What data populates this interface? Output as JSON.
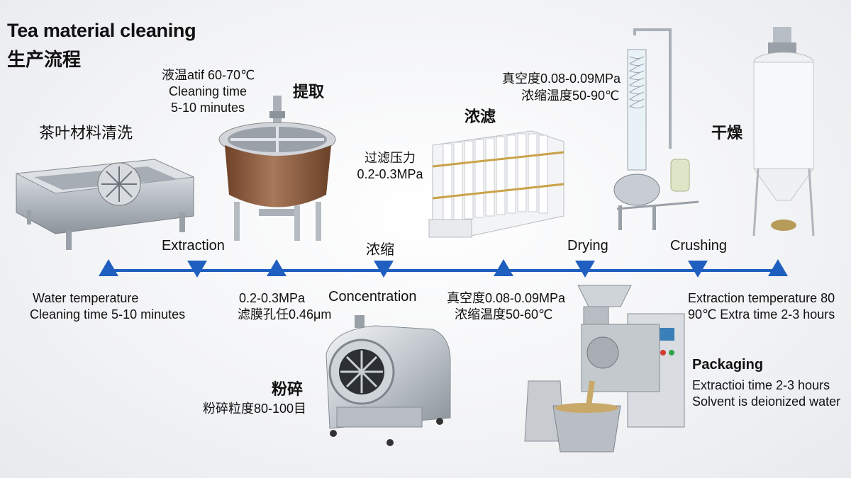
{
  "title": {
    "line1": "Tea material cleaning",
    "line2": "生产流程"
  },
  "top_labels": {
    "cleaning": "茶叶材料清洗",
    "extraction_cn": "提取",
    "filtration_cn": "浓滤",
    "drying_cn": "干燥"
  },
  "top_params": {
    "extract_temp": "液温atif 60-70℃",
    "extract_time_label": "Cleaning time",
    "extract_time_val": "5-10 minutes",
    "filter_pressure_label": "过滤压力",
    "filter_pressure_val": "0.2-0.3MPa",
    "vacuum": "真空度0.08-0.09MPa",
    "conc_temp": "浓缩温度50-90℃"
  },
  "timeline_labels": {
    "extraction": "Extraction",
    "concentrate_cn": "浓缩",
    "drying": "Drying",
    "crushing": "Crushing"
  },
  "bottom_params": {
    "water_temp": "Water temperature",
    "clean_time": "Cleaning time 5-10 minutes",
    "pressure": "0.2-0.3MPa",
    "pore": "滤膜孔任0.46μm",
    "concentration": "Concentration",
    "vacuum2": "真空度0.08-0.09MPa",
    "conc_temp2": "浓缩温度50-60℃",
    "ext_temp": "Extraction temperature 80",
    "ext_time": "90℃ Extra time 2-3 hours"
  },
  "bottom_labels": {
    "crush_cn": "粉碎",
    "mesh": "粉碎粒度80-100目",
    "packaging": "Packaging",
    "pack_time": "Extractioi time 2-3 hours",
    "solvent": "Solvent is deionized water"
  },
  "colors": {
    "timeline": "#1f5fbf",
    "steel": "#c9ced4",
    "copper": "#8a5a3c"
  },
  "icons": [
    "cleaning-tank-icon",
    "extraction-tank-icon",
    "filter-press-icon",
    "evaporator-icon",
    "dryer-tower-icon",
    "crusher-machine-icon",
    "grinder-packaging-icon"
  ]
}
